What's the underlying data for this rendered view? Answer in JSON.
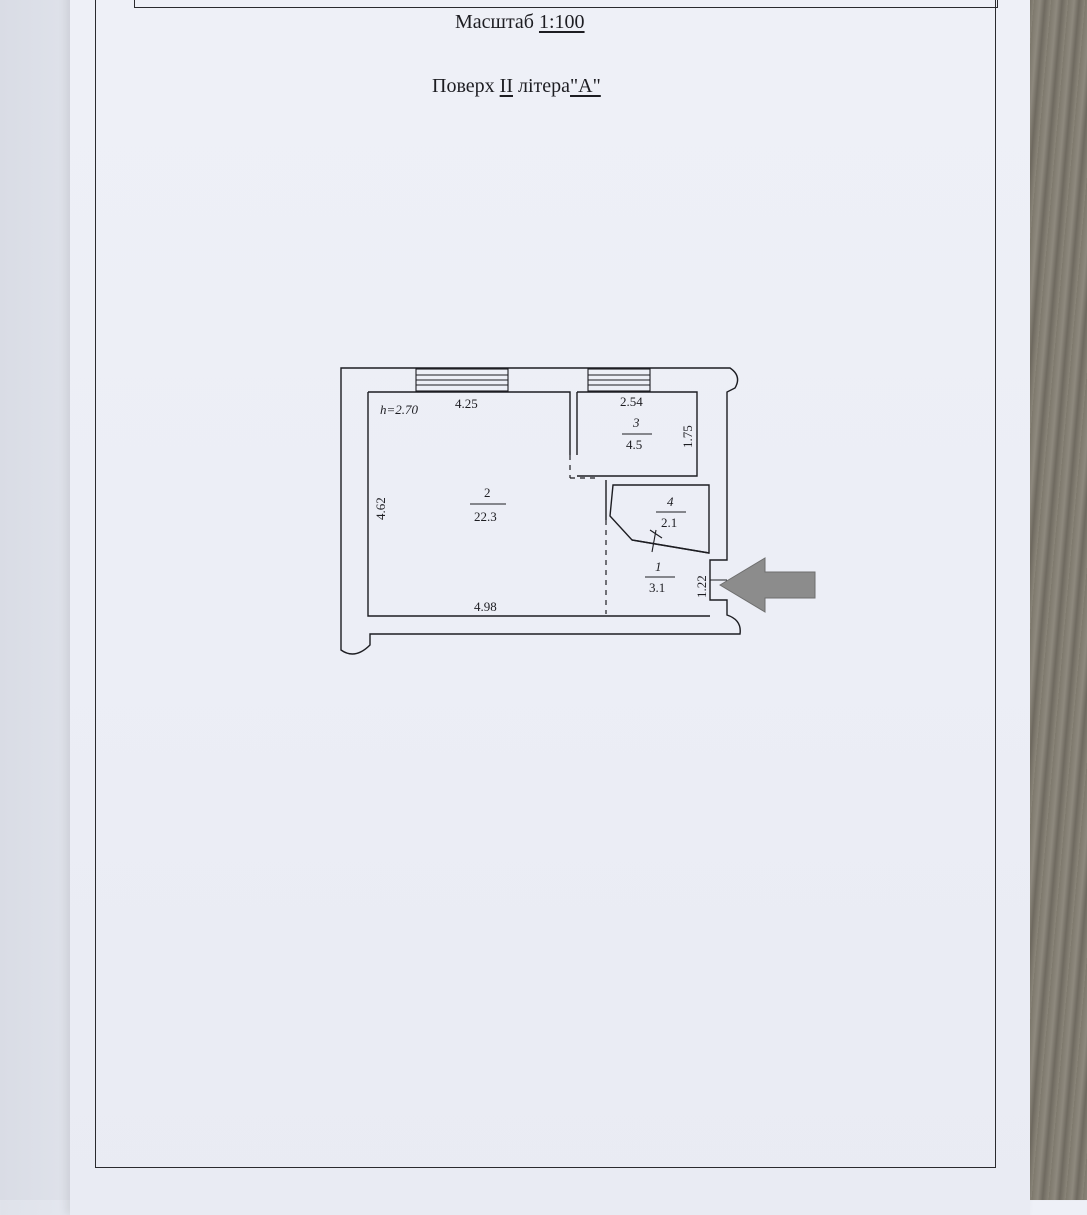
{
  "header": {
    "scale_prefix": "Масштаб",
    "scale_value": "1:100",
    "floor_prefix": "Поверх",
    "floor_number": "II",
    "letter_prefix": "літера",
    "letter_value": "\"А\""
  },
  "plan": {
    "ceiling_height": "h=2.70",
    "dimensions": {
      "top_room2": "4.25",
      "top_room3": "2.54",
      "left_room2": "4.62",
      "bottom_room2": "4.98",
      "right_room3": "1.75",
      "right_room1": "1.22"
    },
    "rooms": [
      {
        "number": "2",
        "area": "22.3"
      },
      {
        "number": "3",
        "area": "4.5"
      },
      {
        "number": "4",
        "area": "2.1"
      },
      {
        "number": "1",
        "area": "3.1"
      }
    ],
    "entrance_arrow_color": "#8c8c8c",
    "line_color": "#1d1d22"
  }
}
